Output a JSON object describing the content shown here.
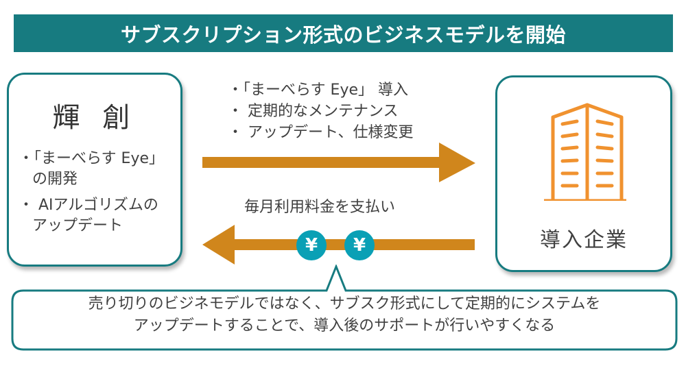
{
  "title": "サブスクリプション形式のビジネスモデルを開始",
  "left_box": {
    "company_name": "輝 創",
    "items": [
      {
        "line1": "・「まーべらす Eye」",
        "line2": "の開発"
      },
      {
        "line1": "・ AIアルゴリズムの",
        "line2": "アップデート"
      }
    ]
  },
  "right_box": {
    "icon": "building-icon",
    "label": "導入企業"
  },
  "provide_arrow": {
    "direction": "right",
    "items": [
      "・「まーべらす Eye」 導入",
      "・  定期的なメンテナンス",
      "・  アップデート、仕様変更"
    ]
  },
  "payment_arrow": {
    "direction": "left",
    "label": "毎月利用料金を支払い",
    "coin_symbols": [
      "¥",
      "¥"
    ]
  },
  "callout": {
    "lines": [
      "売り切りのビジネモデルではなく、サブスク形式にして定期的にシステムを",
      "アップデートすることで、導入後のサポートが行いやすくなる"
    ]
  },
  "colors": {
    "title_bg": "#177b80",
    "border": "#177b80",
    "arrow": "#d0861c",
    "coin": "#0aa0b5",
    "building": "#f0922f"
  }
}
